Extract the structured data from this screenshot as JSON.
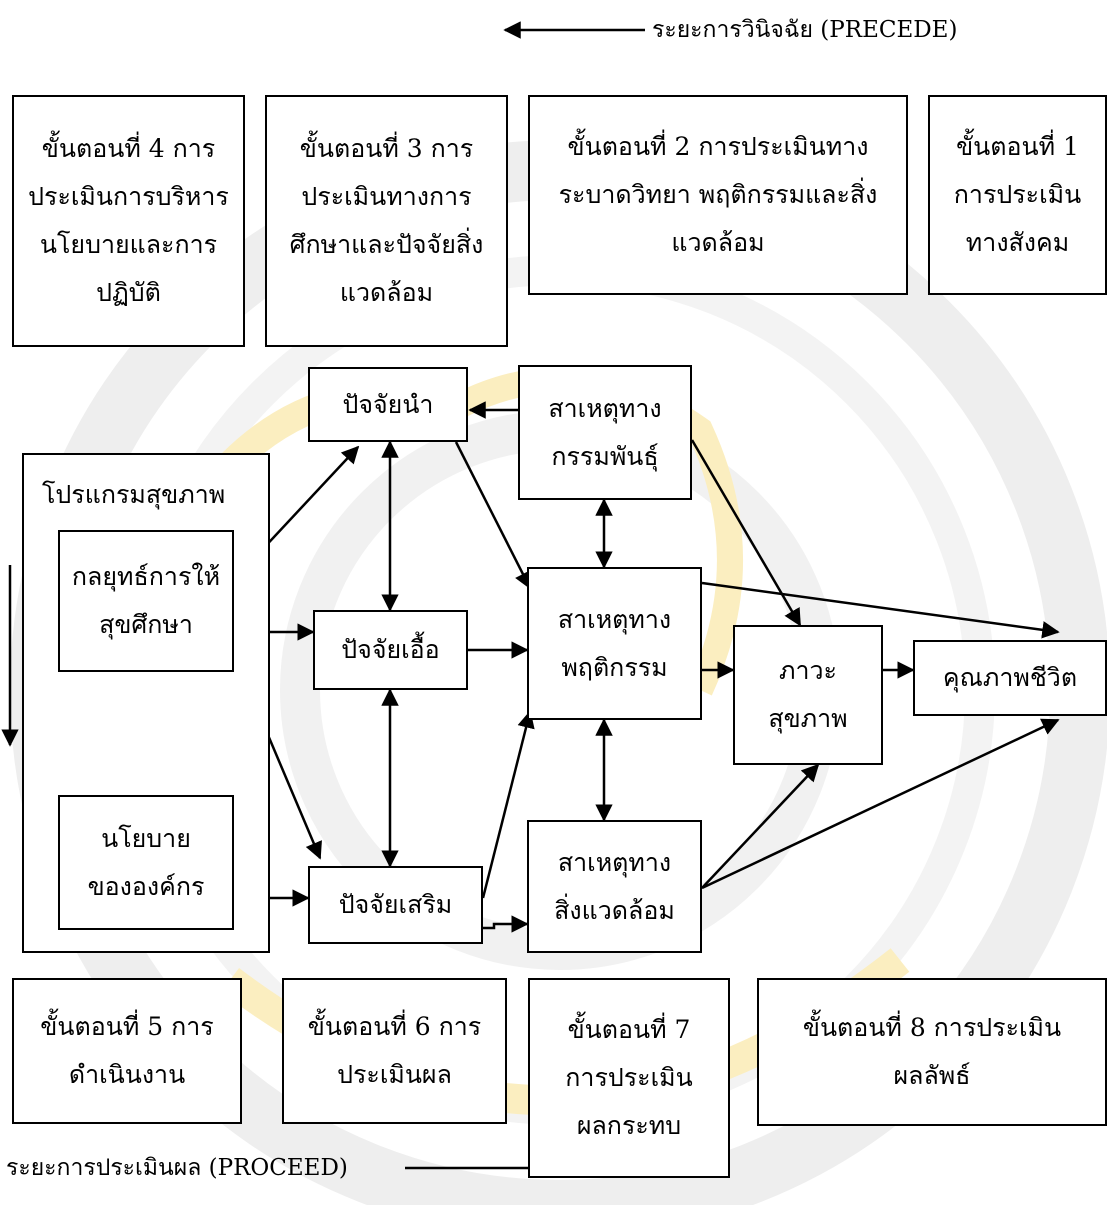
{
  "phases": {
    "precede": "ระยะการวินิจฉัย (PRECEDE)",
    "proceed": "ระยะการประเมินผล (PROCEED)"
  },
  "steps": {
    "s4": "ขั้นตอนที่ 4 การประเมินการบริหารนโยบายและการปฏิบัติ",
    "s3": "ขั้นตอนที่ 3 การประเมินทางการศึกษาและปัจจัยสิ่งแวดล้อม",
    "s2": "ขั้นตอนที่ 2 การประเมินทางระบาดวิทยา พฤติกรรมและสิ่งแวดล้อม",
    "s1": "ขั้นตอนที่ 1 การประเมินทางสังคม",
    "s5": "ขั้นตอนที่ 5 การดำเนินงาน",
    "s6": "ขั้นตอนที่ 6 การประเมินผล",
    "s7": "ขั้นตอนที่ 7 การประเมินผลกระทบ",
    "s8": "ขั้นตอนที่ 8 การประเมินผลลัพธ์"
  },
  "nodes": {
    "health_program": "โปรแกรมสุขภาพ",
    "education_strategy": "กลยุทธ์การให้สุขศึกษา",
    "org_policy": "นโยบายขององค์กร",
    "predisposing": "ปัจจัยนำ",
    "enabling": "ปัจจัยเอื้อ",
    "reinforcing": "ปัจจัยเสริม",
    "genetic": "สาเหตุทางกรรมพันธุ์",
    "behavioral": "สาเหตุทางพฤติกรรม",
    "environmental": "สาเหตุทางสิ่งแวดล้อม",
    "health_status": "ภาวะสุขภาพ",
    "quality_of_life": "คุณภาพชีวิต"
  },
  "colors": {
    "watermark": "#fbeec0",
    "line": "#000000"
  }
}
